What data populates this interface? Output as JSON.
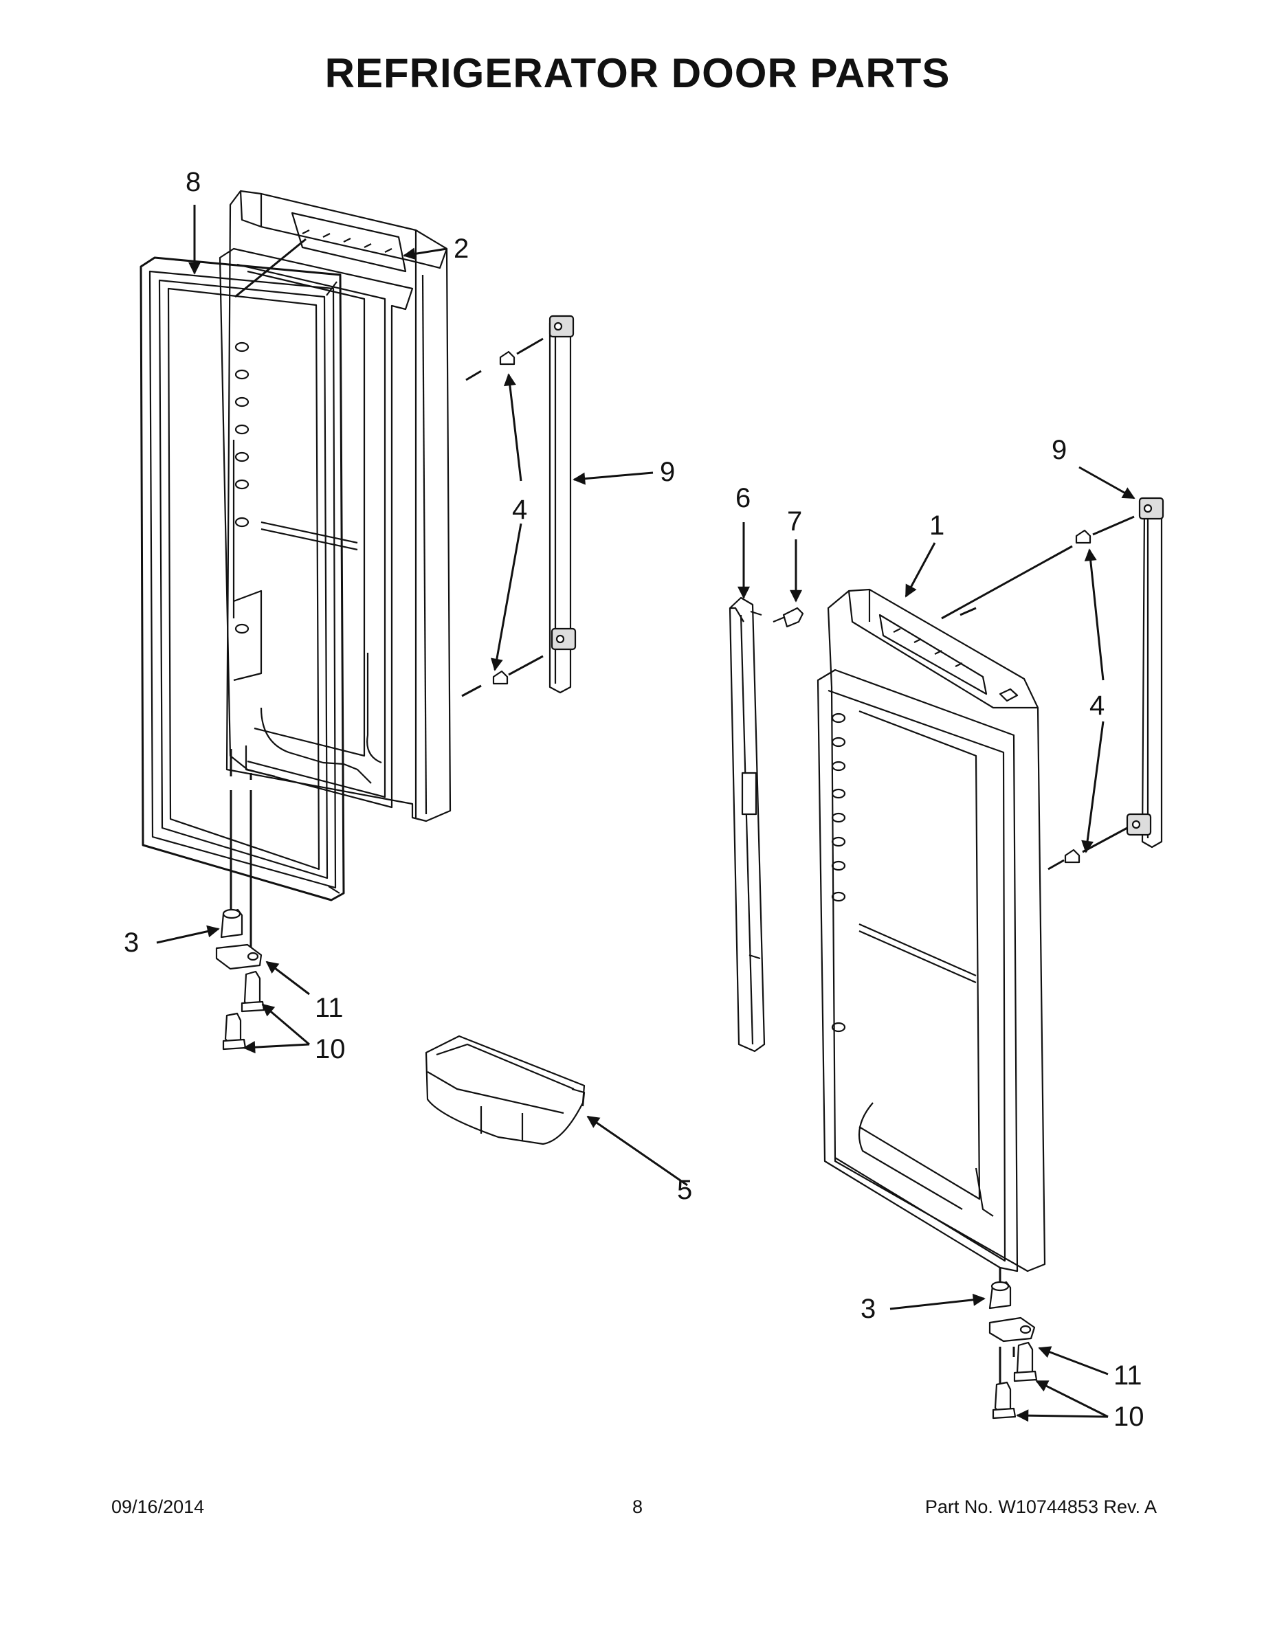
{
  "title": "REFRIGERATOR DOOR PARTS",
  "footer": {
    "date": "09/16/2014",
    "page_number": "8",
    "part_number": "Part No.  W10744853  Rev.  A"
  },
  "callouts": {
    "c1": "1",
    "c2": "2",
    "c3_left": "3",
    "c3_right": "3",
    "c4_left": "4",
    "c4_right": "4",
    "c5": "5",
    "c6": "6",
    "c7": "7",
    "c8": "8",
    "c9_left": "9",
    "c9_right": "9",
    "c10_left": "10",
    "c10_right": "10",
    "c11_left": "11",
    "c11_right": "11"
  }
}
